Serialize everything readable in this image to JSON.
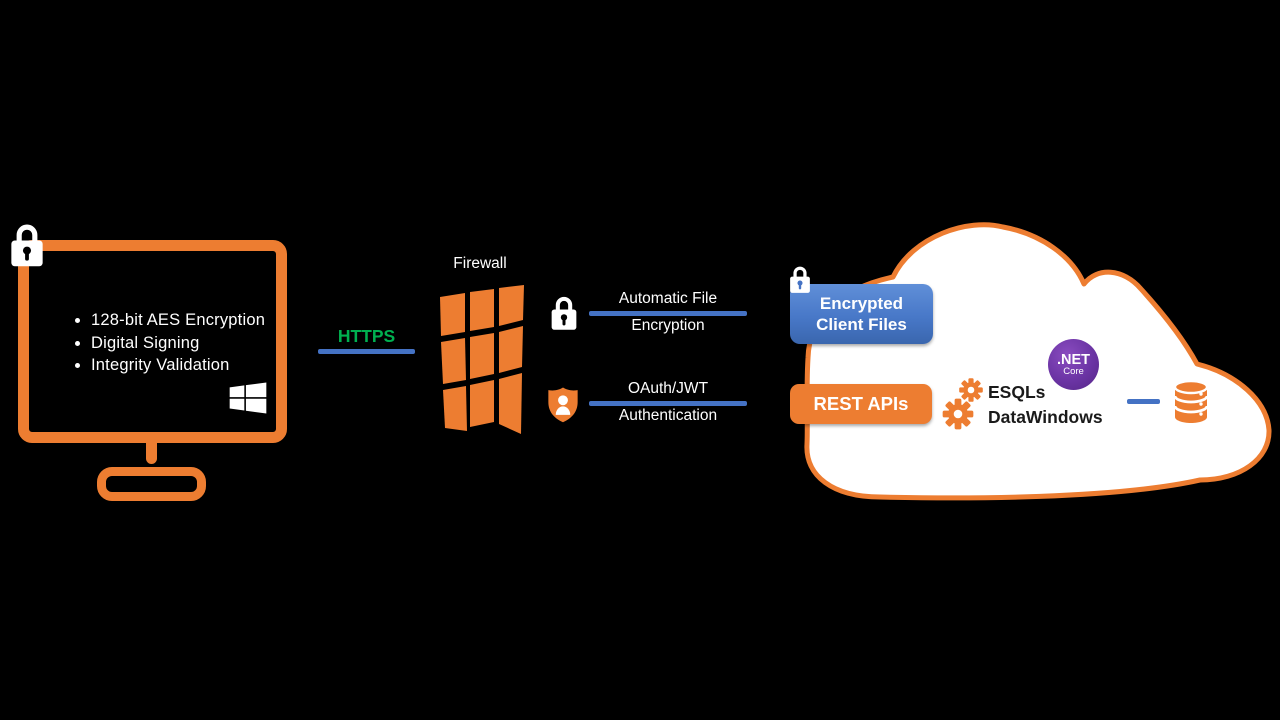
{
  "client_machine": {
    "features": [
      "128-bit AES Encryption",
      "Digital Signing",
      "Integrity Validation"
    ]
  },
  "https_link": {
    "label": "HTTPS"
  },
  "firewall": {
    "label": "Firewall"
  },
  "protections": [
    {
      "title": "Automatic File",
      "subtitle": "Encryption",
      "icon": "lock-icon"
    },
    {
      "title": "OAuth/JWT",
      "subtitle": "Authentication",
      "icon": "shield-user-icon"
    }
  ],
  "cloud": {
    "encrypted_client_files": {
      "line1": "Encrypted",
      "line2": "Client Files"
    },
    "rest_apis_label": "REST APIs",
    "components": [
      "ESQLs",
      "DataWindows"
    ],
    "dotnet_badge": {
      "name": ".NET",
      "edition": "Core"
    }
  },
  "colors": {
    "accent_orange": "#ED7D31",
    "connector_blue": "#4472C4",
    "https_green": "#00B050",
    "button_blue_top": "#608FD8",
    "button_blue_bottom": "#3A66AE",
    "dotnet_purple": "#5C2D91",
    "cloud_fill": "#FFFFFF",
    "background": "#000000",
    "text_light": "#FFFFFF",
    "text_dark": "#1A1A1A"
  }
}
